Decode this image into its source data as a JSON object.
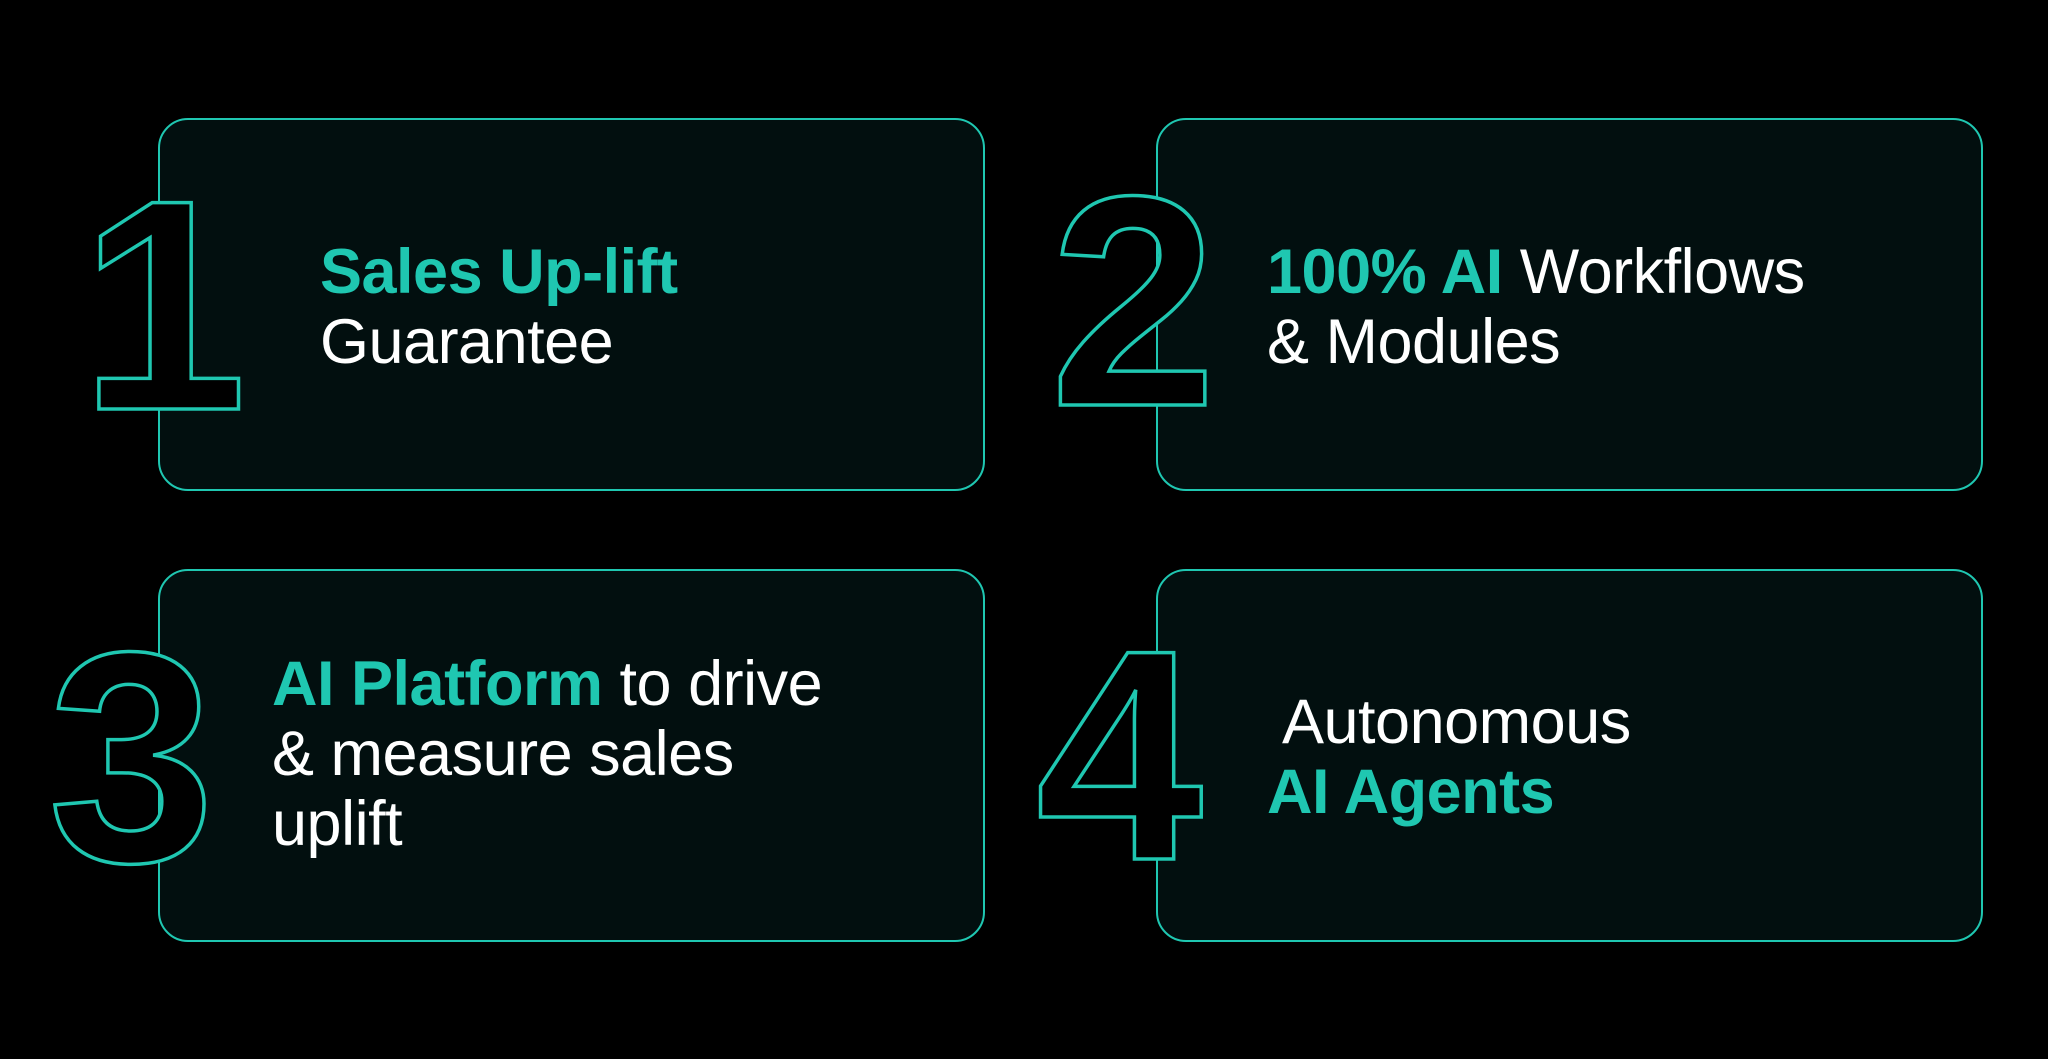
{
  "accent_color": "#1fc7b1",
  "cards": [
    {
      "number": "1",
      "highlight": "Sales Up-lift",
      "text": "Guarantee"
    },
    {
      "number": "2",
      "highlight": "100% AI",
      "text_after": " Workflows",
      "line2": "& Modules"
    },
    {
      "number": "3",
      "highlight": "AI Platform",
      "text_after": " to drive",
      "line2": "& measure sales",
      "line3": "uplift"
    },
    {
      "number": "4",
      "line1": "Autonomous",
      "highlight": "AI Agents"
    }
  ]
}
